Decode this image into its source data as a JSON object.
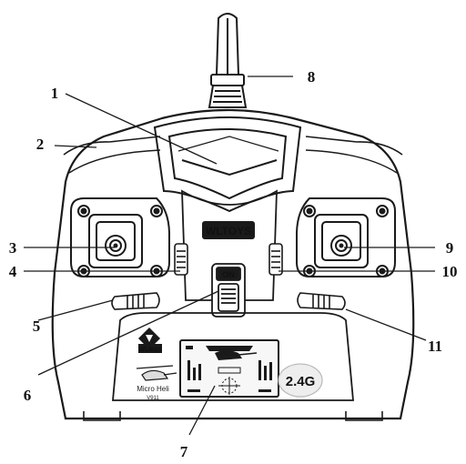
{
  "callouts": [
    {
      "id": "1",
      "label": "1"
    },
    {
      "id": "2",
      "label": "2"
    },
    {
      "id": "3",
      "label": "3"
    },
    {
      "id": "4",
      "label": "4"
    },
    {
      "id": "5",
      "label": "5"
    },
    {
      "id": "6",
      "label": "6"
    },
    {
      "id": "7",
      "label": "7"
    },
    {
      "id": "8",
      "label": "8"
    },
    {
      "id": "9",
      "label": "9"
    },
    {
      "id": "10",
      "label": "10"
    },
    {
      "id": "11",
      "label": "11"
    }
  ],
  "device": {
    "brand_badge": "WLTOYS",
    "power_label": "ON",
    "logo_text": "WLtoys",
    "model_name": "Micro Heli",
    "model_code": "V911",
    "frequency_badge": "2.4G"
  },
  "colors": {
    "line": "#1a1a1a",
    "badge_bg": "#1a1a1a",
    "badge_text": "#ffffff",
    "screen_bg": "#f7f7f7",
    "freq_text": "#9a9a9a"
  }
}
